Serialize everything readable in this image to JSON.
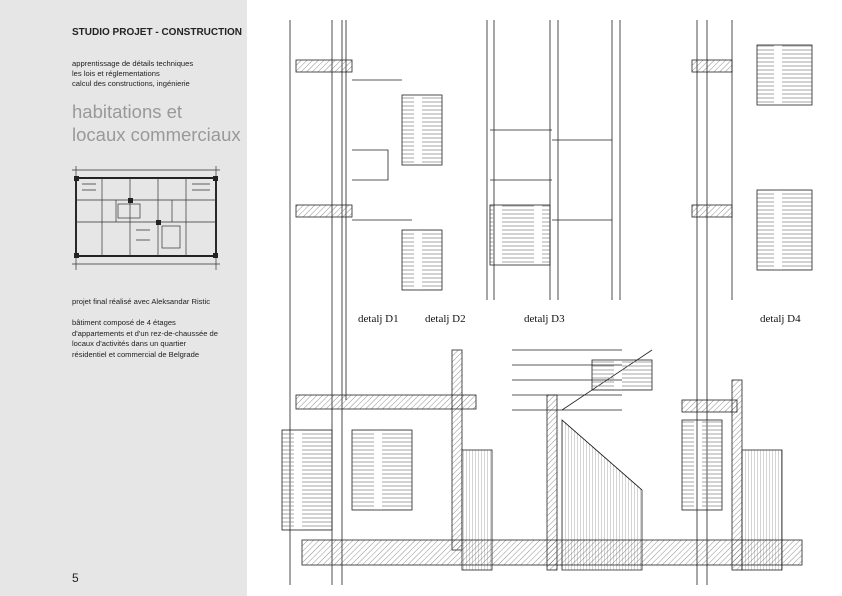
{
  "left_panel": {
    "studio_title": "STUDIO PROJET - CONSTRUCTION",
    "subtitle_lines": [
      "apprentissage de détails techniques",
      "les lois et réglementations",
      "calcul des constructions, ingénierie"
    ],
    "heading_lines": [
      "habitations et",
      "locaux commerciaux"
    ],
    "credit": "projet final réalisé avec Aleksandar Ristic",
    "description_lines": [
      "bâtiment composé de 4 étages",
      "d'appartements et d'un rez-de-chaussée de",
      "locaux d'activités dans un quartier",
      "résidentiel et commercial de Belgrade"
    ],
    "page_number": "5"
  },
  "drawing": {
    "labels": [
      "detalj D1",
      "detalj D2",
      "detalj D3",
      "detalj D4"
    ]
  }
}
